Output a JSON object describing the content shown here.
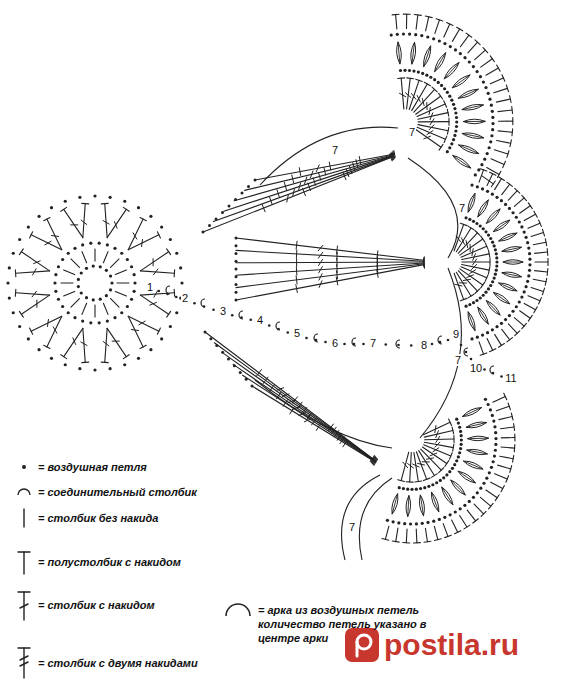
{
  "diagram": {
    "labels": [
      "1",
      "2",
      "3",
      "4",
      "5",
      "6",
      "7",
      "8",
      "9",
      "10",
      "11",
      "7",
      "7",
      "7",
      "7",
      "7",
      "postila.ru"
    ],
    "legend": [
      {
        "text": "= воздушная петля"
      },
      {
        "text": "= соединительный столбик"
      },
      {
        "text": "= столбик без накида"
      },
      {
        "text": "= полустолбик с накидом"
      },
      {
        "text": "= столбик с накидом"
      },
      {
        "text": "= столбик с двумя накидами"
      },
      {
        "text": "= арка из воздушных петель количество петель указано в центре арки"
      }
    ]
  }
}
